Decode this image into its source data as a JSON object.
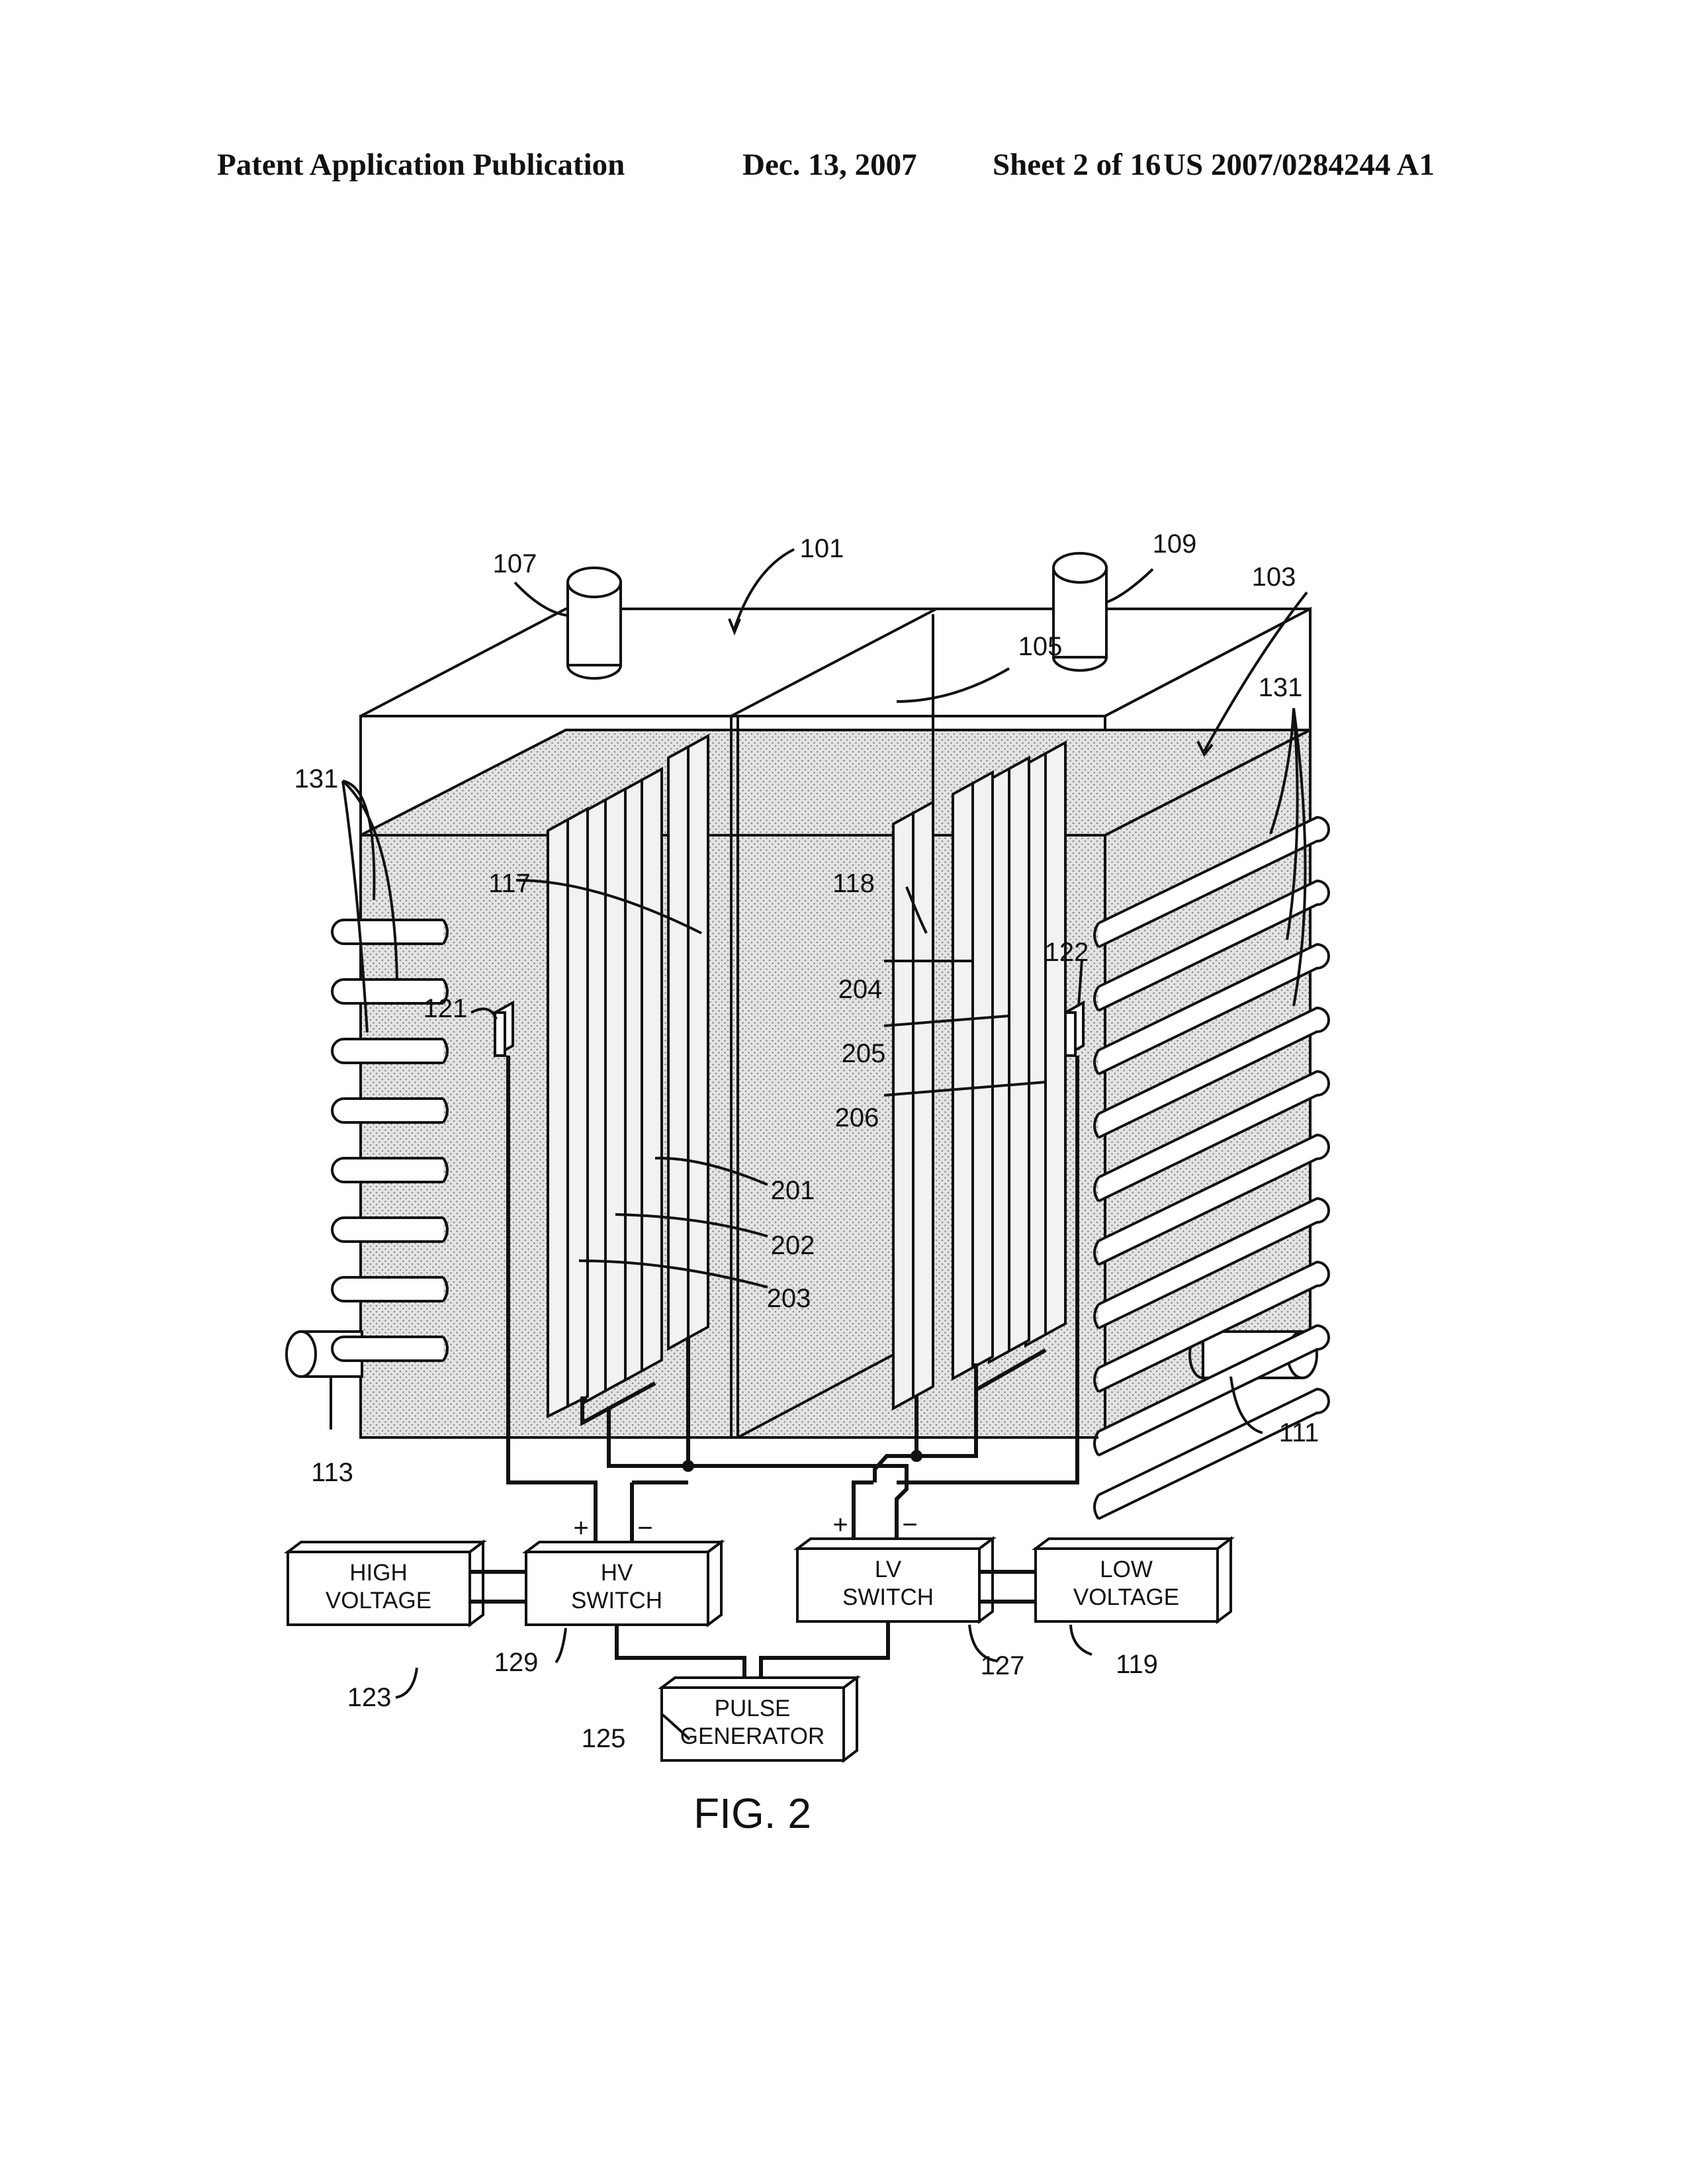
{
  "header": {
    "publication": "Patent Application Publication",
    "date": "Dec. 13, 2007",
    "sheet": "Sheet 2 of 16",
    "number": "US 2007/0284244 A1"
  },
  "figure": {
    "caption": "FIG. 2",
    "refs": {
      "r101": "101",
      "r103": "103",
      "r105": "105",
      "r107": "107",
      "r109": "109",
      "r111": "111",
      "r113": "113",
      "r117": "117",
      "r118": "118",
      "r119": "119",
      "r121": "121",
      "r122": "122",
      "r123": "123",
      "r125": "125",
      "r127": "127",
      "r129": "129",
      "r131a": "131",
      "r131b": "131",
      "r201": "201",
      "r202": "202",
      "r203": "203",
      "r204": "204",
      "r205": "205",
      "r206": "206"
    },
    "boxes": {
      "high_voltage_1": "HIGH",
      "high_voltage_2": "VOLTAGE",
      "hv_switch_1": "HV",
      "hv_switch_2": "SWITCH",
      "lv_switch_1": "LV",
      "lv_switch_2": "SWITCH",
      "low_voltage_1": "LOW",
      "low_voltage_2": "VOLTAGE",
      "pulse_gen_1": "PULSE",
      "pulse_gen_2": "GENERATOR"
    },
    "polarity": {
      "hv_plus": "+",
      "hv_minus": "−",
      "lv_plus": "+",
      "lv_minus": "−"
    }
  }
}
